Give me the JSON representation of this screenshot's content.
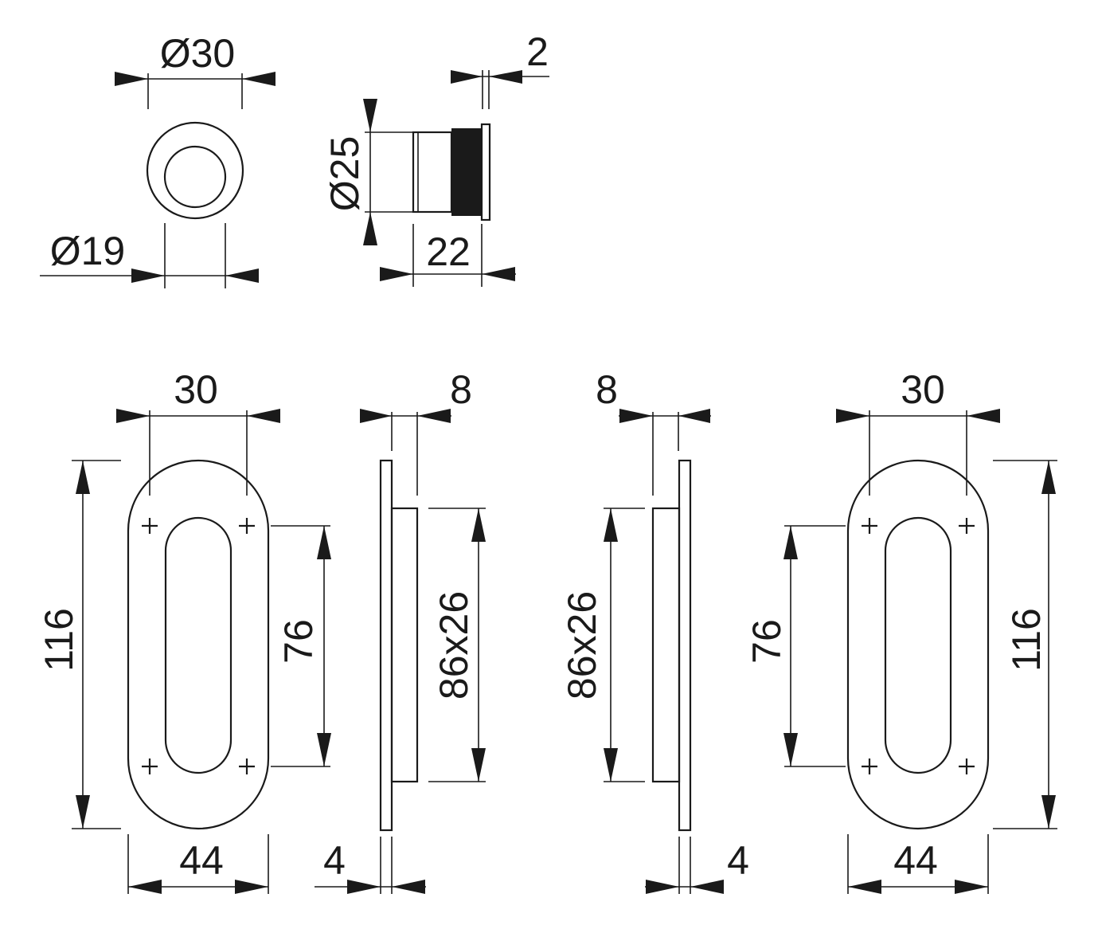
{
  "colors": {
    "line": "#1a1a1a",
    "background": "#ffffff",
    "fill_dark": "#1a1a1a"
  },
  "top_left": {
    "outer_diameter": "Ø30",
    "inner_diameter": "Ø19"
  },
  "top_middle": {
    "diameter": "Ø25",
    "length": "22",
    "flange": "2"
  },
  "left_front": {
    "width_top": "30",
    "height_total": "116",
    "hole_spacing": "76",
    "width_bottom": "44"
  },
  "left_side": {
    "depth_top": "8",
    "recess": "86x26",
    "plate_thickness": "4"
  },
  "right_side": {
    "depth_top": "8",
    "recess": "86x26",
    "plate_thickness": "4"
  },
  "right_front": {
    "width_top": "30",
    "height_total": "116",
    "hole_spacing": "76",
    "width_bottom": "44"
  }
}
